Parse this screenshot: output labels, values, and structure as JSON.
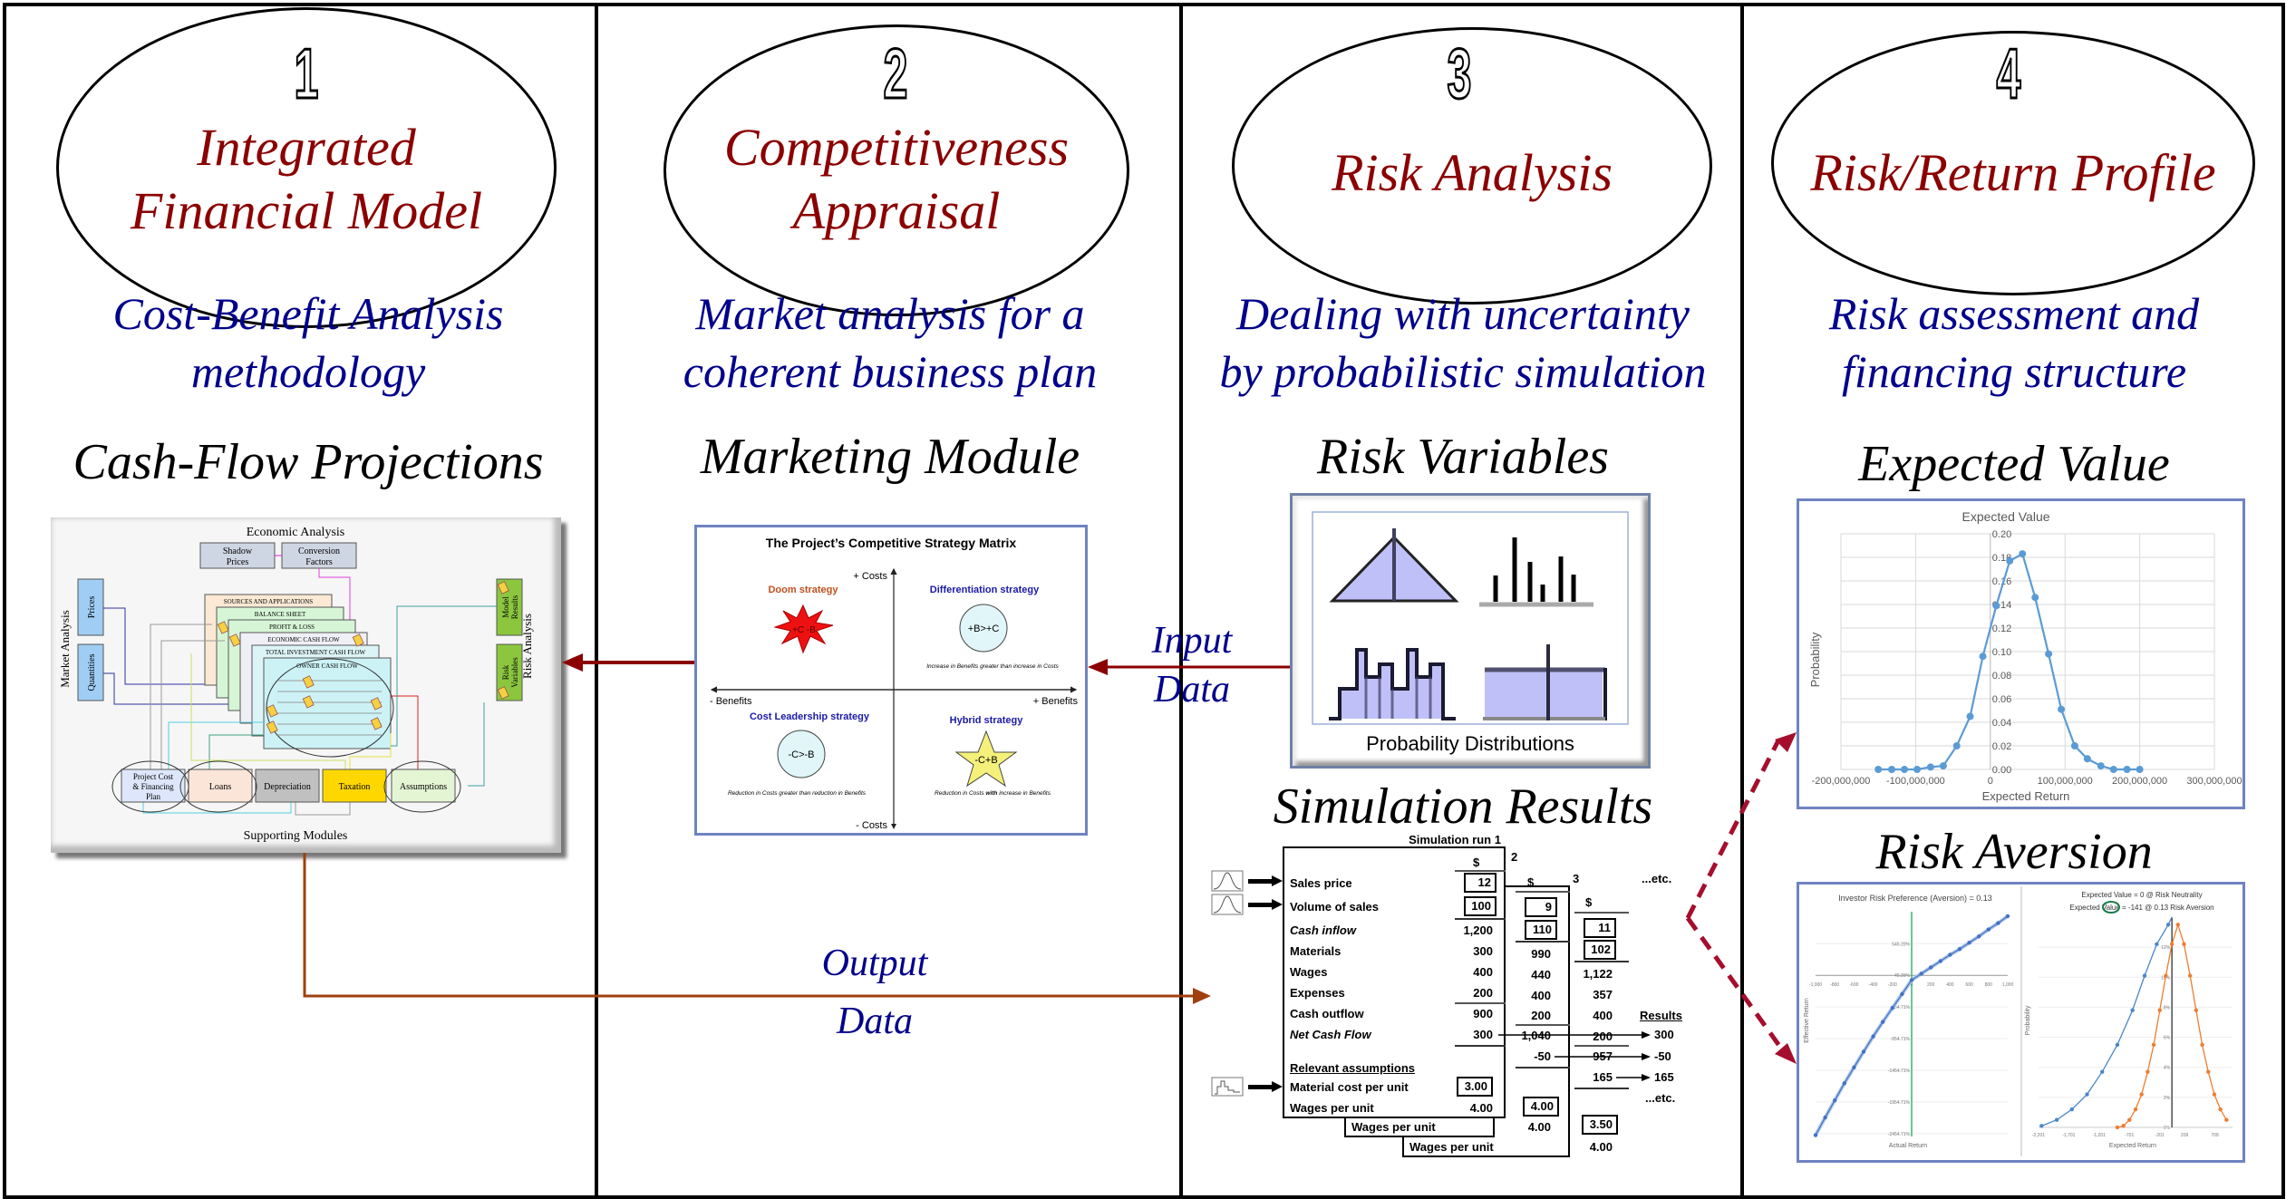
{
  "columns": [
    {
      "number": "1",
      "title_lines": [
        "Integrated",
        "Financial Model"
      ],
      "subtitle_lines": [
        "Cost-Benefit Analysis",
        "methodology"
      ],
      "heading": "Cash-Flow Projections"
    },
    {
      "number": "2",
      "title_lines": [
        "Competitiveness",
        "Appraisal"
      ],
      "subtitle_lines": [
        "Market analysis for a",
        "coherent business plan"
      ],
      "heading": "Marketing Module"
    },
    {
      "number": "3",
      "title_lines": [
        "Risk Analysis"
      ],
      "subtitle_lines": [
        "Dealing with uncertainty",
        "by probabilistic simulation"
      ],
      "heading": "Risk Variables",
      "heading2": "Simulation Results"
    },
    {
      "number": "4",
      "title_lines": [
        "Risk/Return Profile"
      ],
      "subtitle_lines": [
        "Risk assessment and",
        "financing structure"
      ],
      "heading": "Expected Value",
      "heading2": "Risk Aversion"
    }
  ],
  "flows": {
    "input_lines": [
      "Input",
      "Data"
    ],
    "output_lines": [
      "Output",
      "Data"
    ]
  },
  "cashflow_diagram": {
    "top_label": "Economic Analysis",
    "bottom_label": "Supporting Modules",
    "left_label": "Market Analysis",
    "right_label": "Risk Analysis",
    "econ_boxes": [
      {
        "lines": [
          "Shadow",
          "Prices"
        ]
      },
      {
        "lines": [
          "Conversion",
          "Factors"
        ]
      }
    ],
    "market_boxes": [
      "Prices",
      "Quantities"
    ],
    "risk_boxes": [
      {
        "lines": [
          "Model",
          "Results"
        ]
      },
      {
        "lines": [
          "Risk",
          "Variables"
        ]
      }
    ],
    "sheets": [
      "SOURCES AND APPLICATIONS",
      "BALANCE SHEET",
      "PROFIT & LOSS",
      "ECONOMIC CASH FLOW",
      "TOTAL INVESTMENT CASH FLOW",
      "OWNER CASH FLOW"
    ],
    "modules": [
      {
        "lines": [
          "Project Cost",
          "& Financing",
          "Plan"
        ],
        "color": "#dde6fa"
      },
      {
        "lines": [
          "Loans"
        ],
        "color": "#fbe5d8"
      },
      {
        "lines": [
          "Depreciation"
        ],
        "color": "#c0c0c0"
      },
      {
        "lines": [
          "Taxation"
        ],
        "color": "#ffd700"
      },
      {
        "lines": [
          "Assumptions"
        ],
        "color": "#e4f5d4"
      }
    ]
  },
  "strategy_matrix": {
    "title": "The Project’s Competitive Strategy Matrix",
    "axis": {
      "plus_costs": "+ Costs",
      "minus_costs": "- Costs",
      "minus_benefits": "- Benefits",
      "plus_benefits": "+ Benefits"
    },
    "quadrants": [
      {
        "name": "Doom strategy",
        "symbol": "+C -B",
        "shape": "burst",
        "description": "",
        "name_color": "#c0501e",
        "fill": "#ee1111"
      },
      {
        "name": "Differentiation strategy",
        "symbol": "+B>+C",
        "shape": "circle",
        "description": "Increase in Benefits greater than increase in Costs",
        "name_color": "#1a1aa8",
        "fill": "#e0f6f8"
      },
      {
        "name": "Cost Leadership strategy",
        "symbol": "-C>-B",
        "shape": "circle",
        "description": "Reduction in Costs greater than reduction in Benefits",
        "name_color": "#1a1aa8",
        "fill": "#e0f6f8"
      },
      {
        "name": "Hybrid strategy",
        "symbol": "-C+B",
        "shape": "star",
        "description_parts": [
          "Reduction in Costs ",
          "with",
          " increase in Benefits"
        ],
        "name_color": "#1a1aa8",
        "fill": "#f5f07a"
      }
    ]
  },
  "risk_variables": {
    "caption": "Probability Distributions",
    "icons": [
      "triangular-distribution",
      "discrete-distribution",
      "step-distribution",
      "uniform-distribution"
    ]
  },
  "simulation": {
    "title": "Simulation run 1",
    "run_numbers": [
      "2",
      "3"
    ],
    "currency": "$",
    "etc": "...etc.",
    "results_label": "Results",
    "run1": {
      "rows": [
        {
          "label": "Sales price",
          "value": "12",
          "boxed": true,
          "italic": false
        },
        {
          "label": "Volume of sales",
          "value": "100",
          "boxed": true,
          "italic": false
        },
        {
          "label": "Cash inflow",
          "value": "1,200",
          "boxed": false,
          "italic": true
        },
        {
          "label": "Materials",
          "value": "300",
          "boxed": false,
          "italic": false
        },
        {
          "label": "Wages",
          "value": "400",
          "boxed": false,
          "italic": false
        },
        {
          "label": "Expenses",
          "value": "200",
          "boxed": false,
          "italic": false
        },
        {
          "label": "Cash outflow",
          "value": "900",
          "boxed": false,
          "italic": false
        },
        {
          "label": "Net Cash Flow",
          "value": "300",
          "boxed": false,
          "italic": true
        }
      ],
      "assumptions_label": "Relevant assumptions",
      "assumptions": [
        {
          "label": "Material cost per unit",
          "value": "3.00",
          "boxed": true
        },
        {
          "label": "Wages per unit",
          "value": "4.00",
          "boxed": false
        }
      ]
    },
    "run2": {
      "values": [
        "9",
        "110",
        "990",
        "440",
        "400",
        "200",
        "1,040",
        "-50",
        "4.00"
      ],
      "wages_label": "Wages per unit",
      "wages_value": "4.00"
    },
    "run3": {
      "values": [
        "11",
        "102",
        "1,122",
        "357",
        "400",
        "200",
        "957",
        "165",
        "3.50"
      ],
      "wages_label": "Wages per unit",
      "wages_value": "4.00"
    },
    "results": [
      "300",
      "-50",
      "165"
    ]
  },
  "chart_data": [
    {
      "type": "line",
      "title": "Expected Value",
      "xlabel": "Expected Return",
      "ylabel": "Probability",
      "xlim": [
        -200000000,
        300000000
      ],
      "ylim": [
        0,
        0.2
      ],
      "x_ticks": [
        "-200,000,000",
        "-100,000,000",
        "0",
        "100,000,000",
        "200,000,000",
        "300,000,000"
      ],
      "y_ticks": [
        "0.00",
        "0.02",
        "0.04",
        "0.06",
        "0.08",
        "0.10",
        "0.12",
        "0.14",
        "0.16",
        "0.18",
        "0.20"
      ],
      "grid": true,
      "series": [
        {
          "name": "Probability",
          "color": "#5b9bd5",
          "x": [
            -150000000,
            -132000000,
            -115000000,
            -98000000,
            -80000000,
            -63000000,
            -45000000,
            -27000000,
            -10000000,
            8000000,
            26000000,
            43000000,
            60000000,
            78000000,
            95000000,
            113000000,
            130000000,
            148000000,
            165000000,
            183000000,
            200000000
          ],
          "y": [
            0,
            0,
            0,
            0,
            0.002,
            0.003,
            0.02,
            0.045,
            0.096,
            0.139,
            0.177,
            0.183,
            0.146,
            0.098,
            0.051,
            0.02,
            0.009,
            0.003,
            0,
            0,
            0
          ]
        }
      ]
    },
    {
      "type": "line",
      "title": "Investor Risk Preference (Aversion) = 0.13",
      "xlabel": "Actual Return",
      "ylabel": "Effective Return",
      "xlim": [
        -1000,
        1000
      ],
      "x_ticks": [
        "-1,000",
        "-800",
        "-600",
        "-400",
        "-200",
        "0",
        "200",
        "400",
        "600",
        "800",
        "1,000"
      ],
      "y_ticks": [
        "545.20%",
        "45.20%",
        "-454.71%",
        "-954.71%",
        "-1454.71%",
        "-1954.71%",
        "-2454.71%"
      ],
      "grid": true,
      "series": [
        {
          "name": "Effective Return",
          "color": "#4472c4",
          "x": [
            -1000,
            -900,
            -800,
            -700,
            -600,
            -500,
            -400,
            -300,
            -200,
            -100,
            0,
            100,
            200,
            300,
            400,
            500,
            600,
            700,
            800,
            900,
            1000
          ],
          "y": [
            -2480,
            -2200,
            -1930,
            -1660,
            -1410,
            -1160,
            -920,
            -690,
            -470,
            -250,
            -30,
            70,
            170,
            270,
            370,
            460,
            560,
            660,
            770,
            870,
            980
          ]
        }
      ]
    },
    {
      "type": "line",
      "title_lines": [
        "Expected Value = 0 @ Risk Neutrality",
        "Expected Value = -141 @ 0.13 Risk Aversion"
      ],
      "highlight": "-141",
      "xlabel": "Expected Return",
      "ylabel": "Probability",
      "xlim": [
        -2200,
        1000
      ],
      "ylim": [
        0,
        0.14
      ],
      "x_ticks": [
        "-2,201",
        "-1,701",
        "-1,201",
        "-701",
        "-201",
        "209",
        "709"
      ],
      "y_ticks": [
        "0%",
        "2%",
        "4%",
        "6%",
        "8%",
        "10%",
        "12%"
      ],
      "grid": true,
      "series": [
        {
          "name": "Risk Aversion",
          "color": "#4a86c8",
          "x": [
            -2150,
            -1900,
            -1650,
            -1400,
            -1150,
            -900,
            -650,
            -450,
            -250,
            -60
          ],
          "y": [
            0.001,
            0.005,
            0.012,
            0.022,
            0.037,
            0.055,
            0.078,
            0.101,
            0.122,
            0.135
          ]
        },
        {
          "name": "Risk Neutrality",
          "color": "#ed7d31",
          "x": [
            -900,
            -800,
            -700,
            -600,
            -500,
            -400,
            -300,
            -200,
            -100,
            0,
            100,
            200,
            300,
            400,
            500,
            600,
            700,
            800,
            900
          ],
          "y": [
            0,
            0.001,
            0.005,
            0.012,
            0.022,
            0.037,
            0.055,
            0.078,
            0.101,
            0.122,
            0.135,
            0.122,
            0.101,
            0.078,
            0.055,
            0.037,
            0.022,
            0.012,
            0.005
          ]
        }
      ]
    }
  ],
  "colors": {
    "title_red": "#8b0000",
    "subtitle_blue": "#00008b",
    "arrow_brown": "#8b3a10",
    "arrow_darkred": "#8b0000",
    "dashed_crimson": "#a50e2d",
    "panel_border": "#6e83c0"
  }
}
